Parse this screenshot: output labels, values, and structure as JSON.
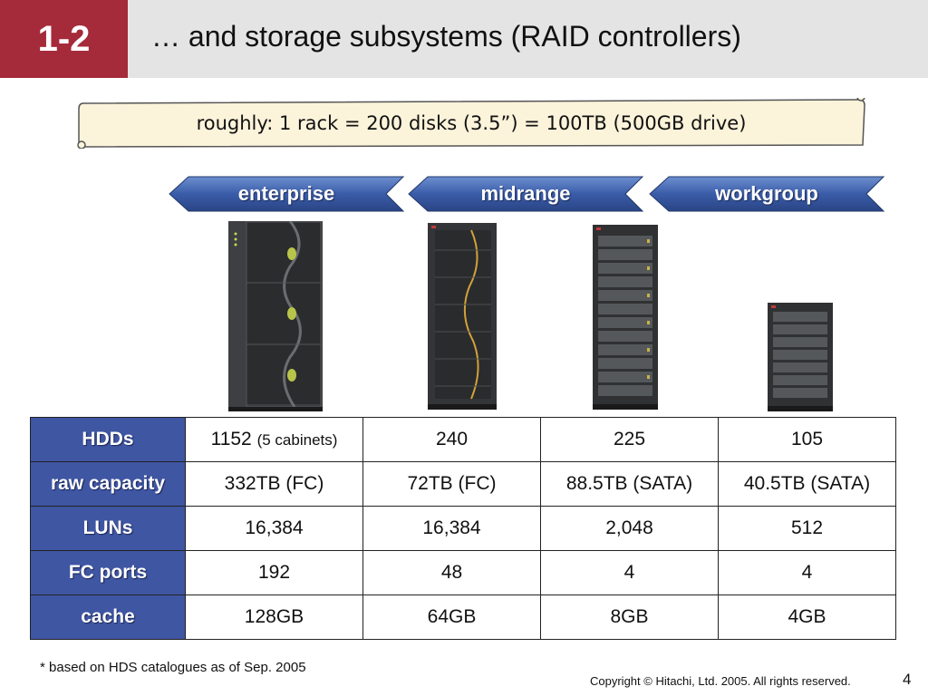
{
  "header": {
    "number": "1-2",
    "title": "… and storage subsystems (RAID controllers)"
  },
  "note": {
    "text": "roughly: 1 rack = 200 disks (3.5”) = 100TB (500GB drive)"
  },
  "categories": [
    "enterprise",
    "midrange",
    "workgroup"
  ],
  "table": {
    "rows": [
      {
        "label": "HDDs",
        "values": [
          "1152",
          "240",
          "225",
          "105"
        ],
        "first_suffix": "(5 cabinets)"
      },
      {
        "label": "raw capacity",
        "values": [
          "332TB (FC)",
          "72TB (FC)",
          "88.5TB (SATA)",
          "40.5TB (SATA)"
        ]
      },
      {
        "label": "LUNs",
        "values": [
          "16,384",
          "16,384",
          "2,048",
          "512"
        ]
      },
      {
        "label": "FC ports",
        "values": [
          "192",
          "48",
          "4",
          "4"
        ]
      },
      {
        "label": "cache",
        "values": [
          "128GB",
          "64GB",
          "8GB",
          "4GB"
        ]
      }
    ]
  },
  "footnote": "* based on HDS catalogues as of Sep. 2005",
  "copyright": "Copyright © Hitachi, Ltd. 2005. All rights reserved.",
  "page_number": "4",
  "colors": {
    "accent": "#a52a3a",
    "table_header": "#3f56a3",
    "tag_blue": "#3a5ca8",
    "title_bar": "#e4e4e4"
  }
}
